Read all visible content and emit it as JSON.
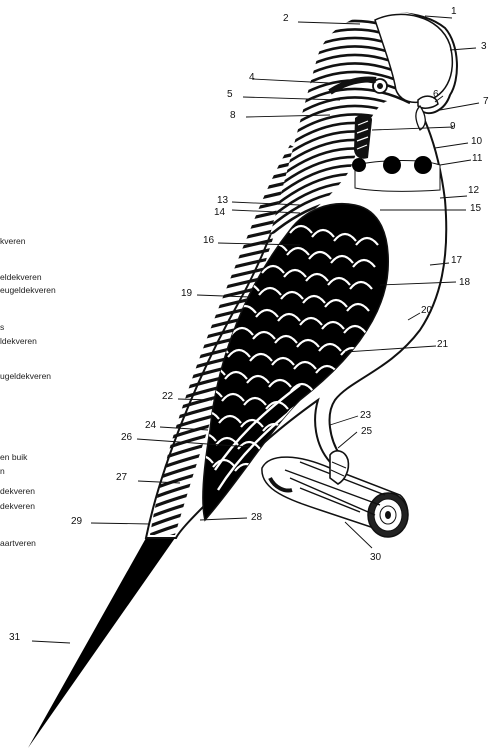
{
  "side_texts": [
    "kveren",
    "eldekveren",
    "eugeldekveren",
    "s",
    "ldekveren",
    "ugeldekveren",
    "en buik",
    "n",
    "dekveren",
    "dekveren",
    "aartveren"
  ],
  "callouts": [
    "1",
    "2",
    "3",
    "4",
    "5",
    "6",
    "7",
    "8",
    "9",
    "10",
    "11",
    "12",
    "13",
    "14",
    "15",
    "16",
    "17",
    "18",
    "19",
    "20",
    "21",
    "22",
    "23",
    "24",
    "25",
    "26",
    "27",
    "28",
    "29",
    "30",
    "31"
  ]
}
